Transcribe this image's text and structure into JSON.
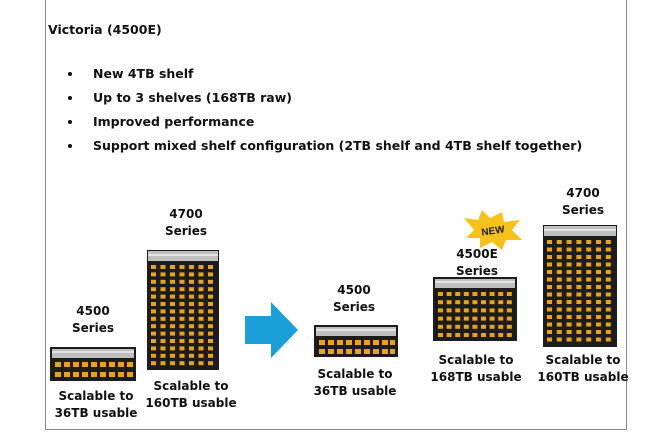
{
  "title": "Victoria (4500E)",
  "bullets": [
    "New 4TB shelf",
    "Up to 3 shelves (168TB raw)",
    "Improved performance",
    "Support mixed shelf configuration (2TB shelf and 4TB shelf together)"
  ],
  "left_group": {
    "s4500": {
      "line1": "4500",
      "line2": "Series",
      "cap1": "Scalable to",
      "cap2": "36TB usable"
    },
    "s4700": {
      "line1": "4700",
      "line2": "Series",
      "cap1": "Scalable to",
      "cap2": "160TB usable"
    }
  },
  "right_group": {
    "s4500": {
      "line1": "4500",
      "line2": "Series",
      "cap1": "Scalable to",
      "cap2": "36TB usable"
    },
    "s4500e": {
      "line1": "4500E",
      "line2": "Series",
      "cap1": "Scalable to",
      "cap2": "168TB usable",
      "badge": "NEW"
    },
    "s4700": {
      "line1": "4700",
      "line2": "Series",
      "cap1": "Scalable to",
      "cap2": "160TB usable"
    }
  },
  "colors": {
    "arrow": "#1a9fd9",
    "badge": "#f6c21a",
    "bay": "#e8a317",
    "chassis": "#1c1c1c"
  },
  "icons": {
    "arrow": "right-arrow-icon",
    "badge": "new-starburst-icon"
  }
}
